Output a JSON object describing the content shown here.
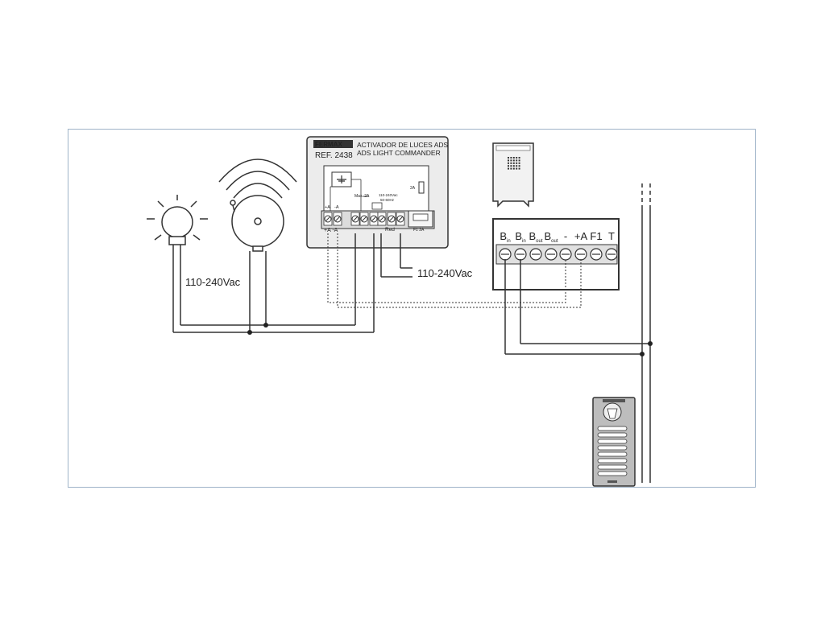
{
  "module": {
    "brand": "FERMAX",
    "title_line1": "ACTIVADOR DE LUCES ADS",
    "title_line2": "ADS LIGHT COMMANDER",
    "ref": "REF. 2438",
    "fuse_small": "2A",
    "max_label": "Max. 2A",
    "supply_label_1": "110-240Vac",
    "supply_label_2": "50-60Hz",
    "term_top_plus": "+A",
    "term_top_minus": "-A",
    "term_bottom": "+A -A",
    "red_label": "Red",
    "fuse_label": "F1  2A"
  },
  "labels": {
    "supply_left": "110-240Vac",
    "supply_right": "110-240Vac"
  },
  "terminal_block": {
    "terminals": [
      "B",
      "B",
      "B",
      "B",
      "-",
      "+A",
      "F1",
      "T"
    ],
    "subscripts": [
      "in",
      "in",
      "out",
      "out",
      "",
      "",
      "",
      ""
    ]
  },
  "colors": {
    "line": "#333333",
    "frame": "#9fb3c8",
    "module_fill": "#ececec"
  }
}
